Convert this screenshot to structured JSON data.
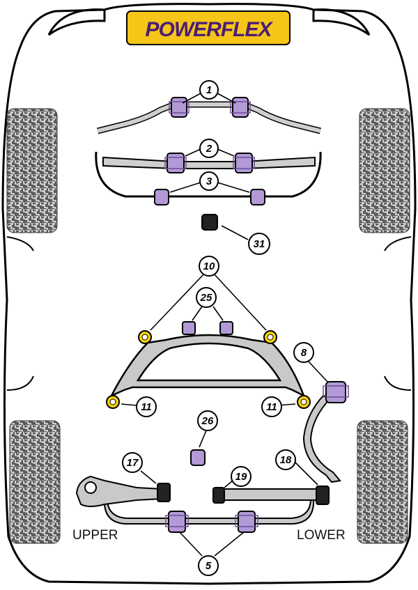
{
  "brand": {
    "name": "POWERFLEX",
    "logo_bg": "#f5c518",
    "logo_text_color": "#4a1e75"
  },
  "colors": {
    "bush": "#b39ad6",
    "bush_dark": "#6a4c93",
    "metal": "#c9c9c9",
    "metal_dark": "#6e6e6e",
    "ring": "#f5d20a",
    "outline": "#000000"
  },
  "callouts": {
    "c1": "1",
    "c2": "2",
    "c3": "3",
    "c31": "31",
    "c10": "10",
    "c25": "25",
    "c8": "8",
    "c11_left": "11",
    "c11_right": "11",
    "c26": "26",
    "c17": "17",
    "c18": "18",
    "c19": "19",
    "c5": "5"
  },
  "labels": {
    "upper": "UPPER",
    "lower": "LOWER"
  }
}
